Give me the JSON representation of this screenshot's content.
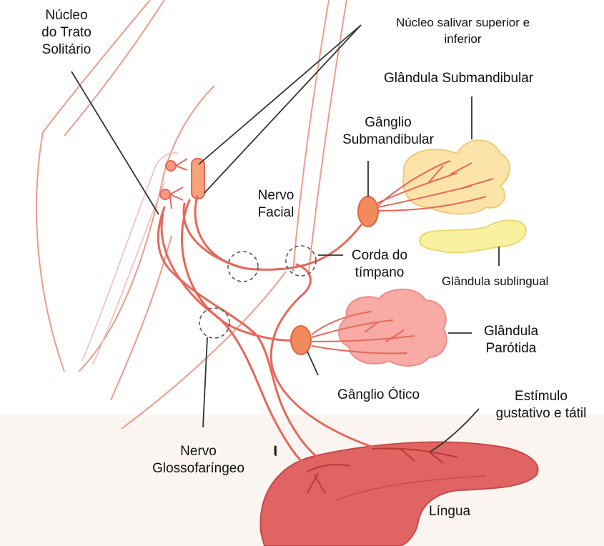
{
  "labels": {
    "nucleo_trato_solitario": [
      "Núcleo",
      "do Trato",
      "Solitário"
    ],
    "nucleo_salivar": [
      "Núcleo salivar superior e",
      "inferior"
    ],
    "glandula_submandibular": "Glândula Submandibular",
    "ganglio_submandibular": [
      "Gânglio",
      "Submandibular"
    ],
    "nervo_facial": [
      "Nervo",
      "Facial"
    ],
    "corda_do_timpano": [
      "Corda do",
      "tímpano"
    ],
    "glandula_sublingual": "Glândula sublingual",
    "glandula_parotida": [
      "Glândula",
      "Parótida"
    ],
    "ganglio_otico": "Gânglio Ótico",
    "estimulo_gustativo": [
      "Estímulo",
      "gustativo e tátil"
    ],
    "nervo_glossofaringeo": [
      "Nervo",
      "Glossofaríngeo"
    ],
    "lingua": "Língua",
    "marker_I": "I"
  },
  "colors": {
    "nerve": "#e8675a",
    "brainstem_outline": "#e8a090",
    "submandibular_gland": "#fbe3a6",
    "sublingual_gland": "#f8f0a0",
    "parotid_gland": "#f7a7a0",
    "tongue": "#e05a5a",
    "ganglion": "#f28a5e",
    "leader_line": "#333333"
  }
}
